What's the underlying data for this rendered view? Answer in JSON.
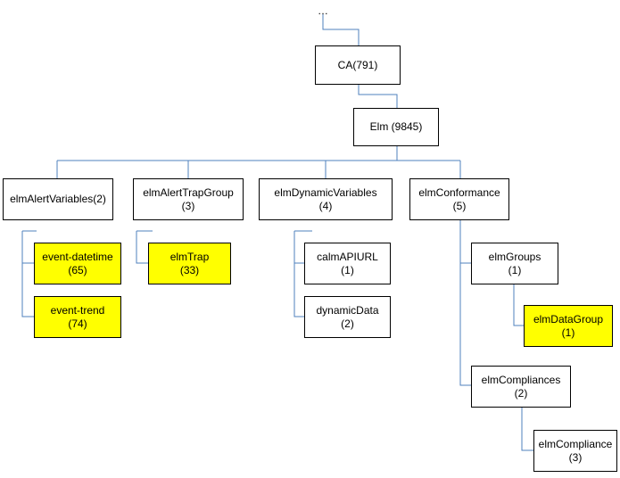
{
  "colors": {
    "connector": "#4f81bd",
    "leaf_fill": "#ffff00",
    "box_fill": "#ffffff",
    "border": "#000000"
  },
  "ellipsis": "…",
  "nodes": {
    "ca": {
      "line1": "CA(791)",
      "line2": ""
    },
    "elm": {
      "line1": "Elm (9845)",
      "line2": ""
    },
    "alertVariables": {
      "line1": "elmAlertVariables(2)",
      "line2": ""
    },
    "alertTrapGroup": {
      "line1": "elmAlertTrapGroup",
      "line2": "(3)"
    },
    "dynamicVariables": {
      "line1": "elmDynamicVariables",
      "line2": "(4)"
    },
    "conformance": {
      "line1": "elmConformance",
      "line2": "(5)"
    },
    "eventDatetime": {
      "line1": "event-datetime",
      "line2": "(65)"
    },
    "eventTrend": {
      "line1": "event-trend",
      "line2": "(74)"
    },
    "elmTrap": {
      "line1": "elmTrap",
      "line2": "(33)"
    },
    "calmApiUrl": {
      "line1": "calmAPIURL",
      "line2": "(1)"
    },
    "dynamicData": {
      "line1": "dynamicData",
      "line2": "(2)"
    },
    "elmGroups": {
      "line1": "elmGroups",
      "line2": "(1)"
    },
    "elmDataGroup": {
      "line1": "elmDataGroup",
      "line2": "(1)"
    },
    "elmCompliances": {
      "line1": "elmCompliances",
      "line2": "(2)"
    },
    "elmCompliance": {
      "line1": "elmCompliance",
      "line2": "(3)"
    }
  }
}
